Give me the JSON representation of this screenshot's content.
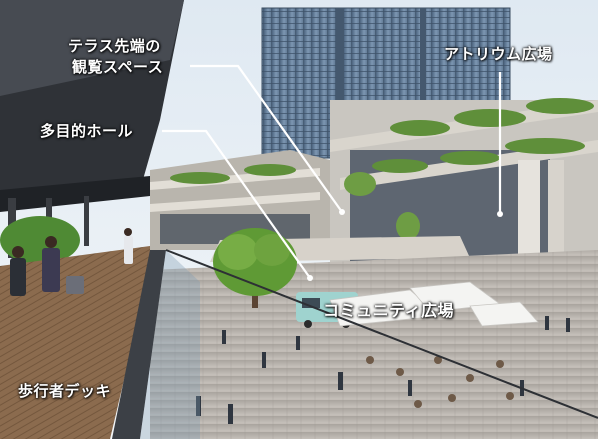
{
  "labels": {
    "terrace_line1": "テラス先端の",
    "terrace_line2": "観覧スペース",
    "multipurpose_hall": "多目的ホール",
    "atrium_plaza": "アトリウム広場",
    "community_plaza": "コミュニティ広場",
    "pedestrian_deck": "歩行者デッキ"
  },
  "colors": {
    "sky": "#e8f0f6",
    "tower": "#6f8aa6",
    "greenery": "#5f8f3a",
    "deck_wood": "#8a6a4d",
    "plaza_paving": "#b8b3ad",
    "label_text": "#ffffff",
    "leader_line": "#ffffff"
  }
}
